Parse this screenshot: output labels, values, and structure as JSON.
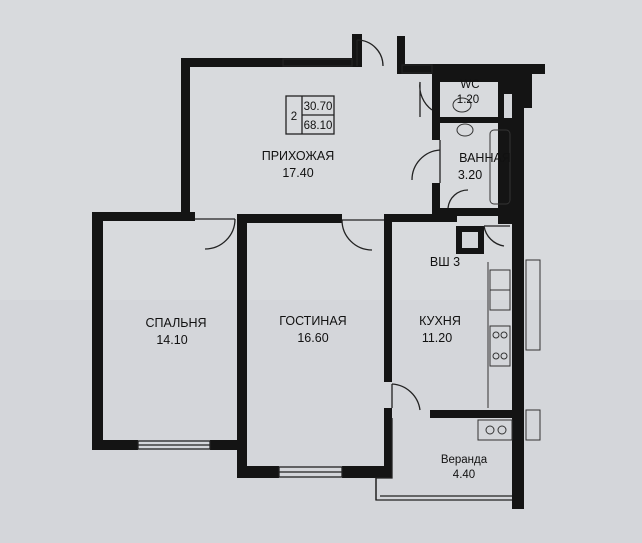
{
  "summary": {
    "rooms": "2",
    "living_area": "30.70",
    "total_area": "68.10"
  },
  "rooms": [
    {
      "id": "hall",
      "name": "ПРИХОЖАЯ",
      "area": "17.40"
    },
    {
      "id": "wc",
      "name": "WC",
      "area": "1.20"
    },
    {
      "id": "bath",
      "name": "ВАННАЯ",
      "area": "3.20"
    },
    {
      "id": "wardrobe",
      "name": "ВШ 3",
      "area": ""
    },
    {
      "id": "bedroom",
      "name": "СПАЛЬНЯ",
      "area": "14.10"
    },
    {
      "id": "living",
      "name": "ГОСТИНАЯ",
      "area": "16.60"
    },
    {
      "id": "kitchen",
      "name": "КУХНЯ",
      "area": "11.20"
    },
    {
      "id": "veranda",
      "name": "Веранда",
      "area": "4.40"
    }
  ]
}
